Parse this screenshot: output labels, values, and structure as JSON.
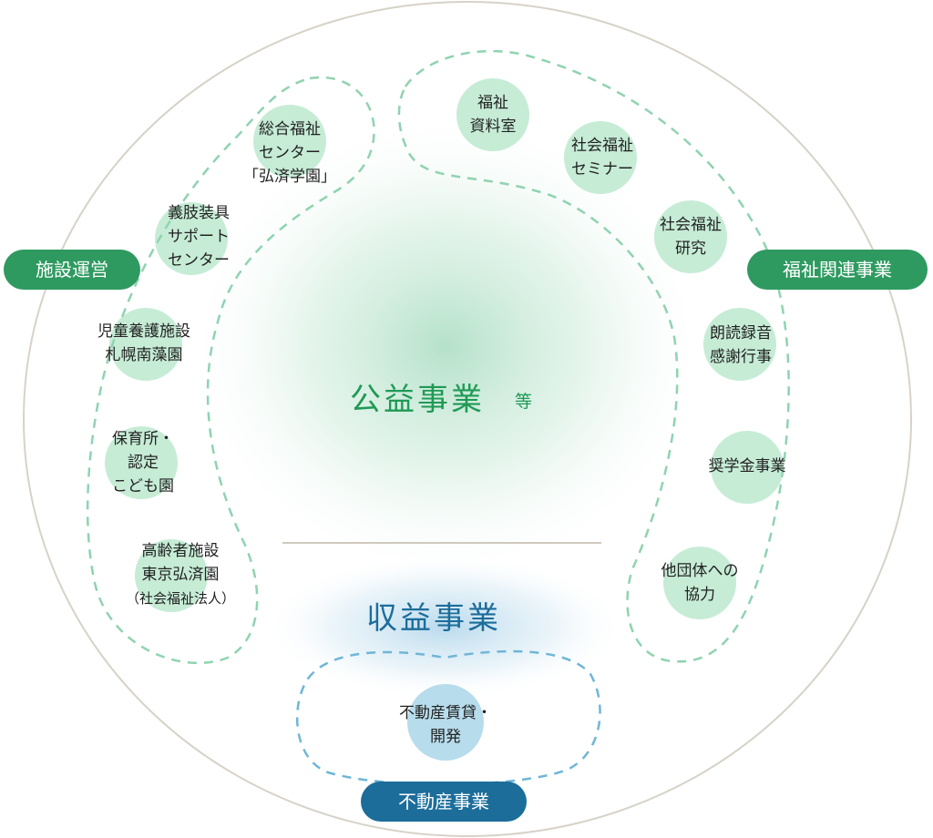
{
  "colors": {
    "outline": "#d7d2c8",
    "green_dash": "#8fd3b0",
    "green_circle": "#c6ecd6",
    "green_pill": "#2e9a60",
    "green_text": "#1f9a55",
    "blue_dash": "#6fb6d6",
    "blue_circle": "#b7dcec",
    "blue_pill": "#1c6d9a",
    "divider": "#cfc9bf"
  },
  "center": {
    "public_title": "公益事業",
    "public_suffix": "等",
    "revenue_title": "収益事業"
  },
  "groups": {
    "facility": "施設運営",
    "welfare": "福祉関連事業",
    "realestate": "不動産事業"
  },
  "facility_items": [
    {
      "lines": [
        "総合福祉",
        "センター",
        "「弘済学園」"
      ]
    },
    {
      "lines": [
        "義肢装具",
        "サポート",
        "センター"
      ]
    },
    {
      "lines": [
        "児童養護施設",
        "札幌南藻園"
      ]
    },
    {
      "lines": [
        "保育所・",
        "認定",
        "こども園"
      ]
    },
    {
      "lines": [
        "高齢者施設",
        "東京弘済園",
        "（社会福祉法人）"
      ]
    }
  ],
  "welfare_items": [
    {
      "lines": [
        "福祉",
        "資料室"
      ]
    },
    {
      "lines": [
        "社会福祉",
        "セミナー"
      ]
    },
    {
      "lines": [
        "社会福祉",
        "研究"
      ]
    },
    {
      "lines": [
        "朗読録音",
        "感謝行事"
      ]
    },
    {
      "lines": [
        "奨学金事業"
      ]
    },
    {
      "lines": [
        "他団体への",
        "協力"
      ]
    }
  ],
  "realestate_items": [
    {
      "lines": [
        "不動産賃貸・",
        "開発"
      ]
    }
  ]
}
